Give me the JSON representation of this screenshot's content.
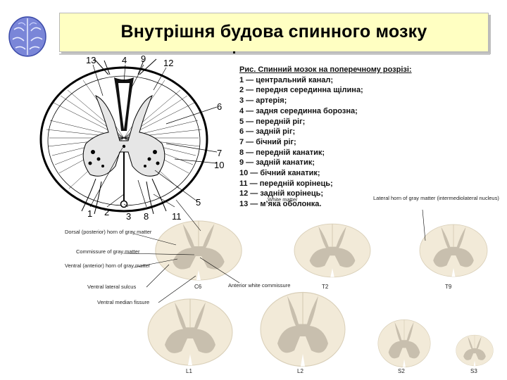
{
  "slide": {
    "title": "Внутрішня будова спинного мозку"
  },
  "legend": {
    "caption": "Рис. Спинний мозок на поперечному розрізі:",
    "items": [
      "1 — центральний канал;",
      "2 — передня серединна щілина;",
      "3 — артерія;",
      "4 — задня серединна борозна;",
      "5 — передній ріг;",
      "6 — задній ріг;",
      "7 — бічний ріг;",
      "8 — передній канатик;",
      "9 — задній канатик;",
      "10 — бічний канатик;",
      "11 — передній корінець;",
      "12 — задній корінець;",
      "13 — м’яка оболонка."
    ]
  },
  "figure_numbers": [
    "13",
    "4",
    "9",
    "12",
    "6",
    "7",
    "10",
    "5",
    "1",
    "2",
    "3",
    "8",
    "11"
  ],
  "bottom_figure": {
    "labels": {
      "white_matter": "White matter",
      "lateral_horn": "Lateral horn of gray matter (intermediolateral nucleus)",
      "dorsal_horn": "Dorsal (posterior) horn of gray matter",
      "commissure": "Commissure of gray matter",
      "ventral_horn": "Ventral (anterior) horn of gray matter",
      "ventral_sulcus": "Ventral lateral sulcus",
      "ventral_fissure": "Ventral median fissure",
      "anterior_commissure": "Anterior white commissure"
    },
    "sections": [
      "C6",
      "T2",
      "T9",
      "L1",
      "L2",
      "S2",
      "S3"
    ]
  },
  "colors": {
    "title_bg": "#ffffc2",
    "white_matter": "#f2ead8",
    "gray_matter": "#c8bfae"
  }
}
